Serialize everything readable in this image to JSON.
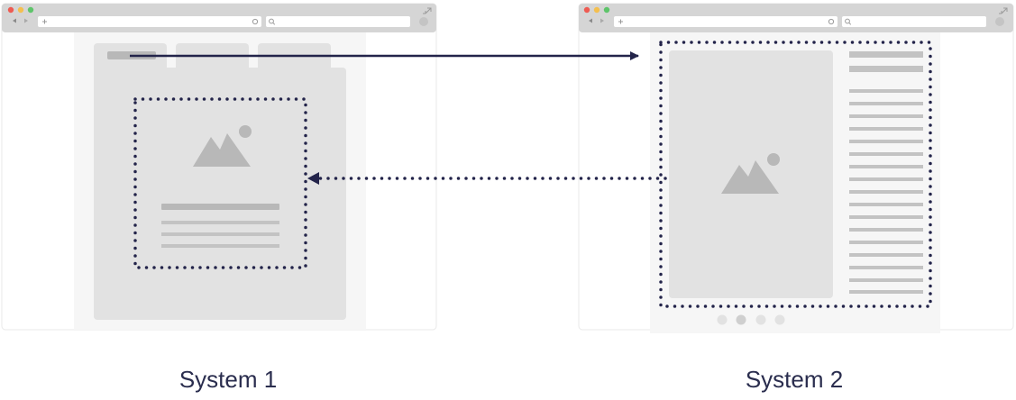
{
  "captions": {
    "system1": "System 1",
    "system2": "System 2"
  },
  "windows": [
    {
      "id": "system-1-window",
      "traffic_lights": [
        "#ee5b52",
        "#f4bf4f",
        "#5ec46a"
      ]
    },
    {
      "id": "system-2-window",
      "traffic_lights": [
        "#ee5b52",
        "#f4bf4f",
        "#5ec46a"
      ]
    }
  ],
  "colors": {
    "chrome": "#d5d5d5",
    "chrome_field": "#ffffff",
    "page_bg": "#f6f6f6",
    "panel": "#e2e2e2",
    "placeholder": "#b8b8b8",
    "line": "#c3c3c3",
    "arrow": "#23244a",
    "dots": "#d9d9d9"
  },
  "icons": [
    "back-icon",
    "forward-icon",
    "plus-icon",
    "reload-icon",
    "search-icon",
    "expand-icon",
    "image-placeholder-icon"
  ]
}
